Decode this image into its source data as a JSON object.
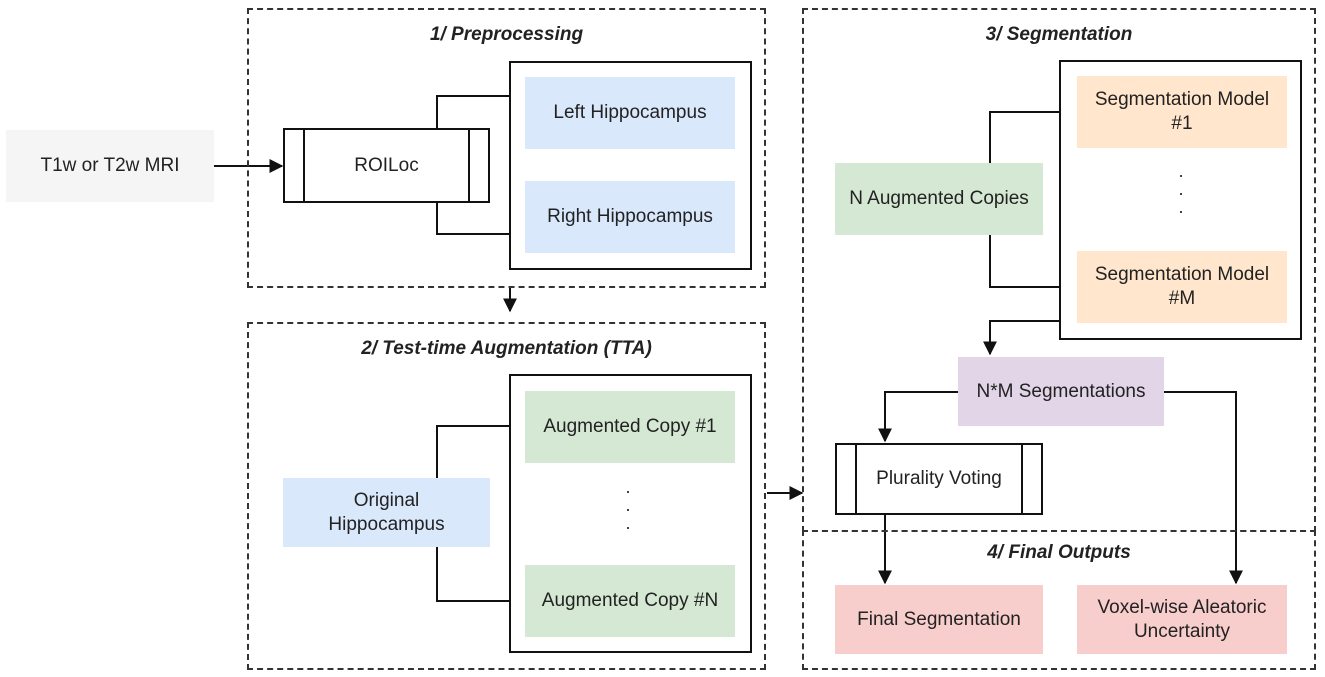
{
  "sections": {
    "preprocessing": "1/ Preprocessing",
    "tta": "2/ Test-time Augmentation (TTA)",
    "segmentation": "3/ Segmentation",
    "outputs": "4/ Final Outputs"
  },
  "nodes": {
    "input": "T1w or T2w MRI",
    "roiloc": "ROILoc",
    "left_hippocampus": "Left Hippocampus",
    "right_hippocampus": "Right Hippocampus",
    "original_hippocampus": "Original Hippocampus",
    "augmented_copy_1": "Augmented Copy #1",
    "augmented_copy_n": "Augmented Copy #N",
    "n_augmented_copies": "N Augmented Copies",
    "seg_model_1": "Segmentation Model #1",
    "seg_model_m": "Segmentation Model #M",
    "nm_segmentations": "N*M Segmentations",
    "plurality_voting": "Plurality Voting",
    "final_segmentation": "Final Segmentation",
    "uncertainty": "Voxel-wise Aleatoric Uncertainty"
  },
  "ellipsis": ". . .",
  "colors": {
    "blue": "#dae8fc",
    "green": "#d5e8d4",
    "orange": "#ffe6cc",
    "purple": "#e1d5e7",
    "red": "#f8cecc",
    "grey": "#f5f5f5"
  }
}
